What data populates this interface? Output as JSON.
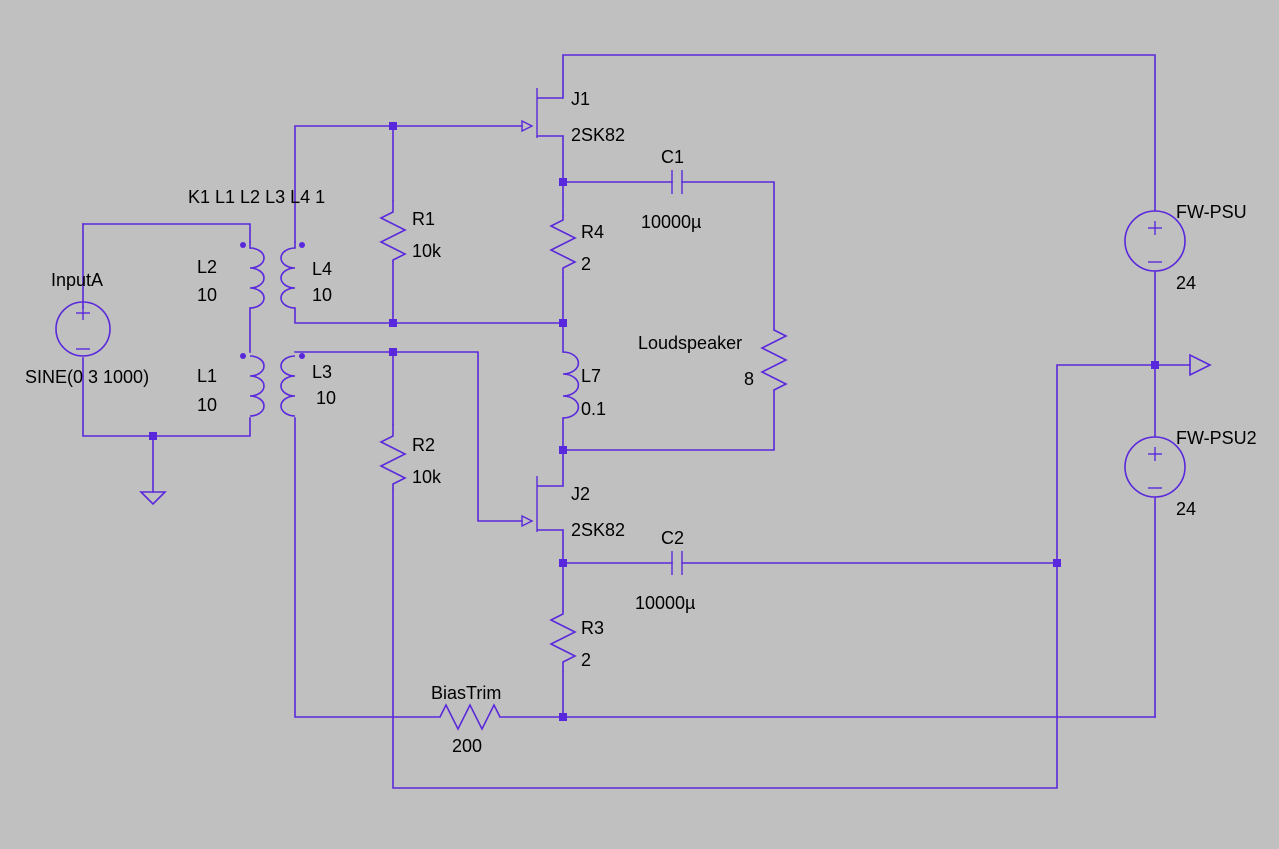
{
  "labels": {
    "j1_name": "J1",
    "j1_model": "2SK82",
    "j2_name": "J2",
    "j2_model": "2SK82",
    "c1_name": "C1",
    "c1_value": "10000µ",
    "c2_name": "C2",
    "c2_value": "10000µ",
    "r1_name": "R1",
    "r1_value": "10k",
    "r2_name": "R2",
    "r2_value": "10k",
    "r3_name": "R3",
    "r3_value": "2",
    "r4_name": "R4",
    "r4_value": "2",
    "l1_name": "L1",
    "l1_value": "10",
    "l2_name": "L2",
    "l2_value": "10",
    "l3_name": "L3",
    "l3_value": "10",
    "l4_name": "L4",
    "l4_value": "10",
    "l7_name": "L7",
    "l7_value": "0.1",
    "coupling": "K1 L1 L2 L3 L4 1",
    "input_name": "InputA",
    "input_value": "SINE(0 3 1000)",
    "speaker_name": "Loudspeaker",
    "speaker_value": "8",
    "psu1_name": "FW-PSU",
    "psu1_value": "24",
    "psu2_name": "FW-PSU2",
    "psu2_value": "24",
    "bias_name": "BiasTrim",
    "bias_value": "200"
  },
  "colors": {
    "background": "#c0c0c0",
    "wire": "#5a28dc",
    "text": "#000000"
  }
}
